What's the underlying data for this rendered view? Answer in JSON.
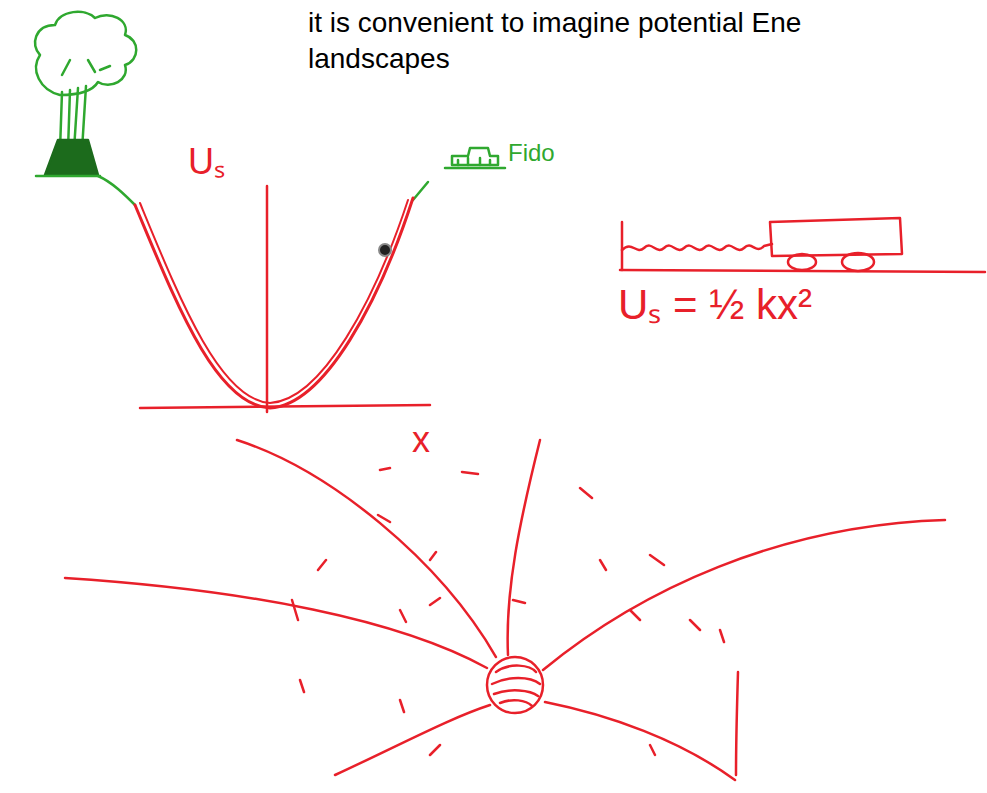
{
  "diagram": {
    "labels": [
      "it is convenient to imagine potential Ene",
      "landscapes",
      "Uₛ",
      "Fido",
      "x",
      "Uₛ = ½ kx²"
    ]
  }
}
